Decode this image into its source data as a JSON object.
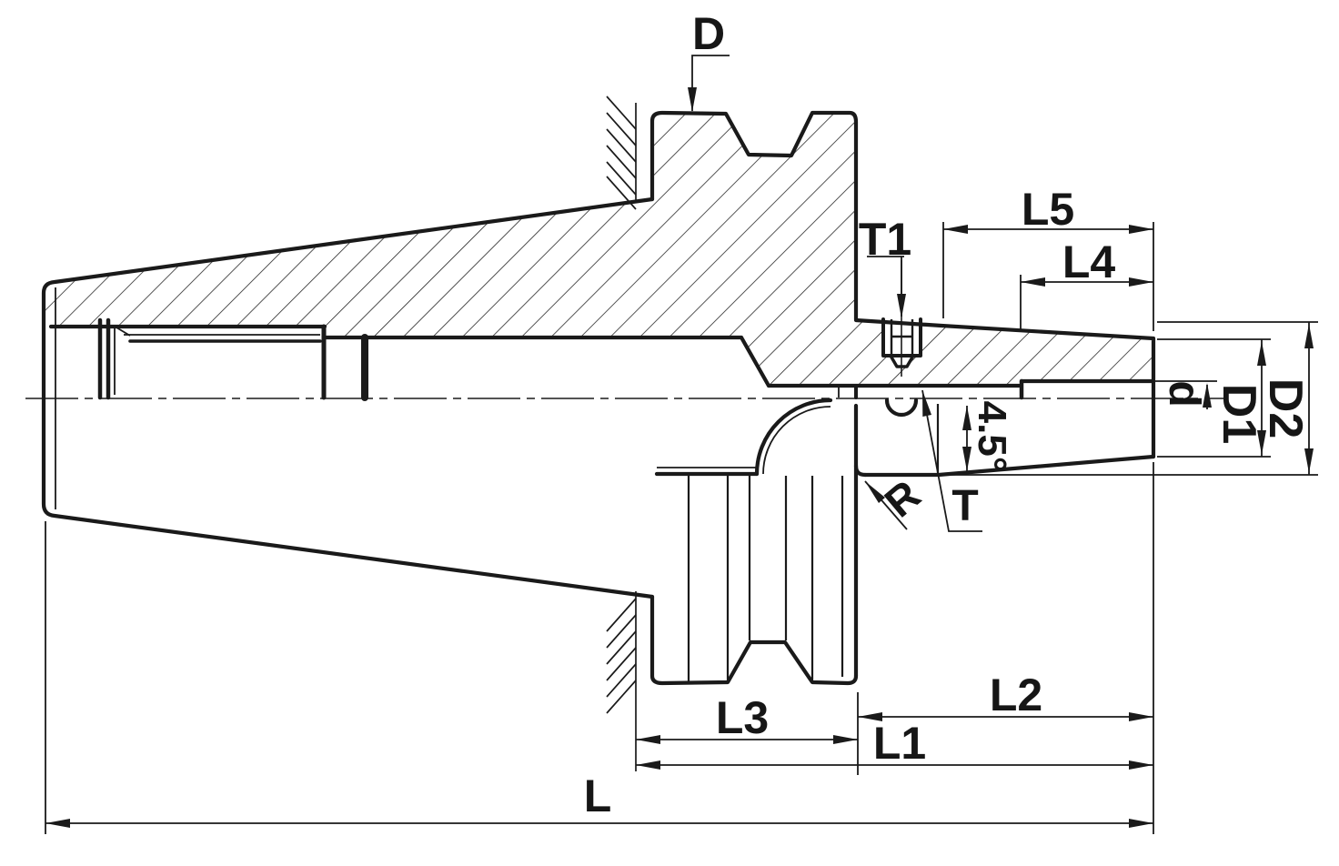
{
  "drawing": {
    "colors": {
      "ink": "#1a1a1a",
      "background": "#ffffff"
    },
    "labels": {
      "D": "D",
      "T1": "T1",
      "L5": "L5",
      "L4": "L4",
      "d": "d",
      "D1": "D1",
      "D2": "D2",
      "angle": "4.5°",
      "R": "R",
      "T": "T",
      "L3": "L3",
      "L2": "L2",
      "L1": "L1",
      "L": "L"
    }
  }
}
